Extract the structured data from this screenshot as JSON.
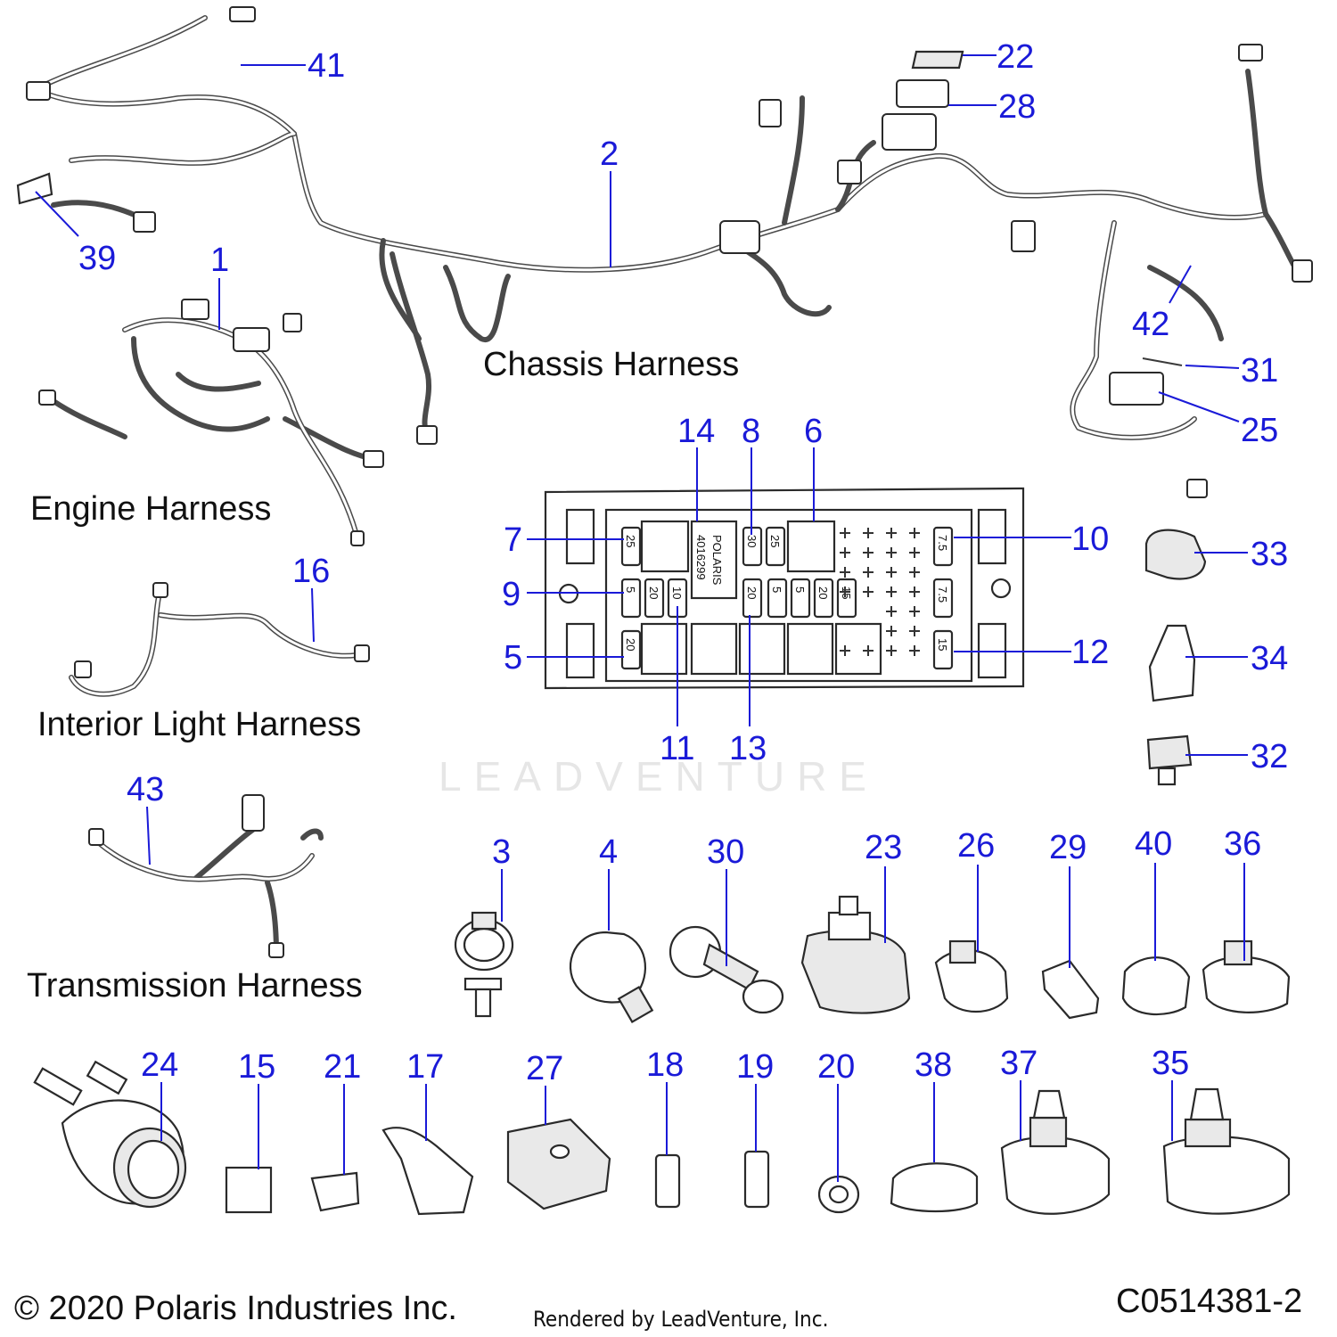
{
  "titles": {
    "chassis": "Chassis Harness",
    "engine": "Engine Harness",
    "interior": "Interior Light Harness",
    "transmission": "Transmission Harness"
  },
  "footer": {
    "copyright": "© 2020 Polaris Industries Inc.",
    "rendered": "Rendered by LeadVenture, Inc.",
    "code": "C0514381-2"
  },
  "watermark": "LEADVENTURE",
  "fuse_box": {
    "label_brand": "POLARIS",
    "label_number": "4016299",
    "fuses": [
      "25",
      "30",
      "25",
      "7.5",
      "5",
      "20",
      "10",
      "20",
      "5",
      "5",
      "20",
      "15",
      "7.5",
      "20",
      "15"
    ]
  },
  "callouts": [
    "41",
    "39",
    "1",
    "2",
    "22",
    "28",
    "42",
    "31",
    "25",
    "14",
    "8",
    "6",
    "7",
    "10",
    "9",
    "5",
    "12",
    "11",
    "13",
    "16",
    "33",
    "34",
    "32",
    "43",
    "3",
    "4",
    "30",
    "23",
    "26",
    "29",
    "40",
    "36",
    "24",
    "15",
    "21",
    "17",
    "27",
    "18",
    "19",
    "20",
    "38",
    "37",
    "35"
  ]
}
